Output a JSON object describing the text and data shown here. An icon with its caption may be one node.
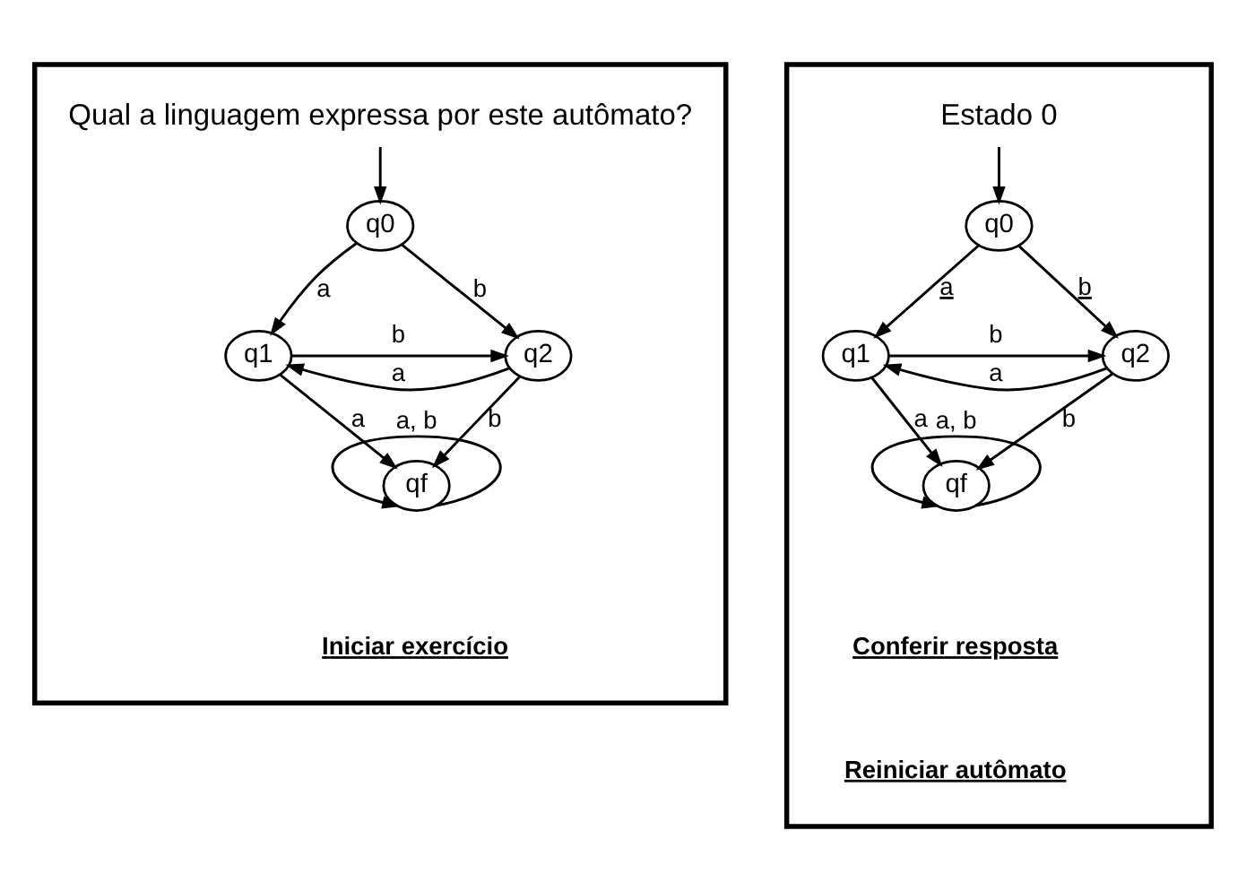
{
  "diagram": {
    "nodes": [
      {
        "text": [],
        "shape": "box"
      },
      {
        "text": [
          "Qual a linguagem expressa por este autômato?"
        ],
        "in": 0
      },
      {
        "text": [
          "q0"
        ],
        "in": 0
      },
      {
        "text": [
          "q1"
        ],
        "in": 0
      },
      {
        "text": [
          "q2"
        ],
        "in": 0
      },
      {
        "text": [
          "qf"
        ],
        "in": 0
      },
      {
        "text": [],
        "shape": "box"
      },
      {
        "text": [
          "Estado 0"
        ],
        "in": 6
      },
      {
        "text": [
          "q0"
        ],
        "in": 6
      },
      {
        "text": [
          "q1"
        ],
        "in": 6
      },
      {
        "text": [
          "q2"
        ],
        "in": 6
      },
      {
        "text": [
          "qf"
        ],
        "in": 6
      }
    ],
    "edges": [
      {
        "from": 1,
        "to": 2,
        "arrow": "to"
      },
      {
        "from": 2,
        "to": 3,
        "arrow": "to",
        "label": "a"
      },
      {
        "from": 2,
        "to": 4,
        "arrow": "to",
        "label": "b"
      },
      {
        "from": 3,
        "to": 4,
        "arrow": "to",
        "label": "b"
      },
      {
        "from": 4,
        "to": 3,
        "arrow": "to",
        "label": "a"
      },
      {
        "from": 3,
        "to": 5,
        "arrow": "to",
        "label": "a"
      },
      {
        "from": 4,
        "to": 5,
        "arrow": "to",
        "label": "b"
      },
      {
        "from": 5,
        "to": 5,
        "arrow": "to",
        "label": "a, b"
      },
      {
        "from": 7,
        "to": 8,
        "arrow": "to"
      },
      {
        "from": 8,
        "to": 9,
        "arrow": "to",
        "label": "a"
      },
      {
        "from": 8,
        "to": 10,
        "arrow": "to",
        "label": "b"
      },
      {
        "from": 9,
        "to": 10,
        "arrow": "to",
        "label": "b"
      },
      {
        "from": 10,
        "to": 9,
        "arrow": "to",
        "label": "a"
      },
      {
        "from": 9,
        "to": 11,
        "arrow": "to",
        "label": "a"
      },
      {
        "from": 10,
        "to": 11,
        "arrow": "to",
        "label": "b"
      },
      {
        "from": 11,
        "to": 11,
        "arrow": "to",
        "label": "a, b"
      }
    ],
    "labels": [
      "Iniciar exercício",
      "Conferir resposta",
      "Reiniciar autômato"
    ]
  }
}
